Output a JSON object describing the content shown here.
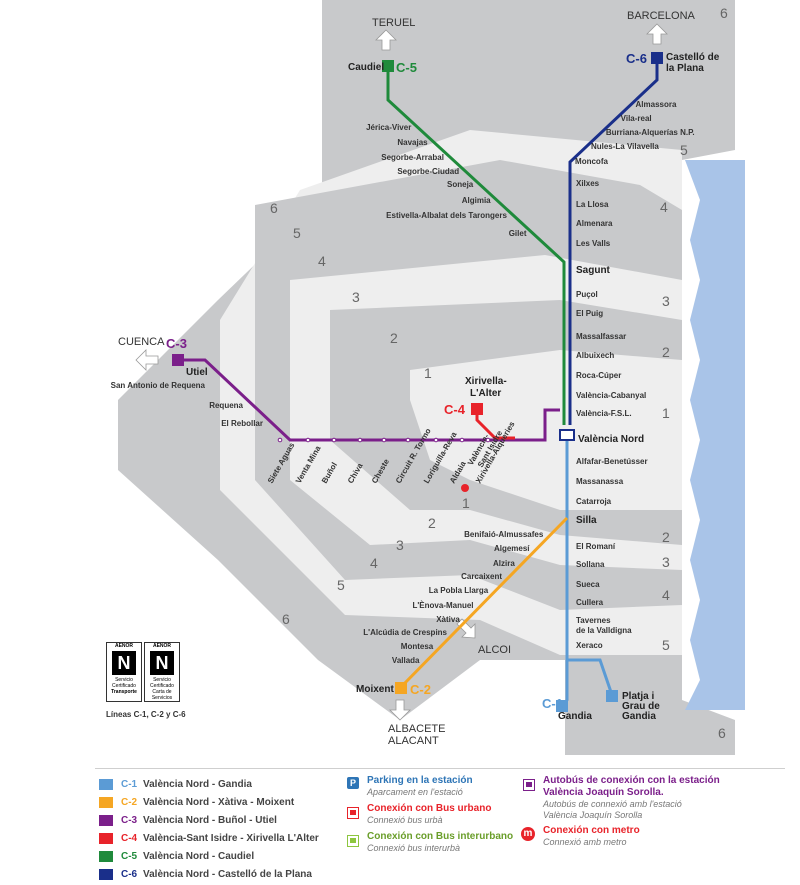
{
  "lines": [
    {
      "code": "C-1",
      "name": "València Nord - Gandia",
      "color": "#5b9bd5"
    },
    {
      "code": "C-2",
      "name": "València Nord - Xàtiva - Moixent",
      "color": "#f5a623"
    },
    {
      "code": "C-3",
      "name": "València Nord - Buñol - Utiel",
      "color": "#7b1f8a"
    },
    {
      "code": "C-4",
      "name": "València-Sant Isidre - Xirivella L'Alter",
      "color": "#e8232a"
    },
    {
      "code": "C-5",
      "name": "València Nord - Caudiel",
      "color": "#1f8a3b"
    },
    {
      "code": "C-6",
      "name": "València Nord - Castelló de la Plana",
      "color": "#1a2f8a"
    }
  ],
  "destinations": {
    "teruel": "TERUEL",
    "barcelona": "BARCELONA",
    "cuenca": "CUENCA",
    "alcoi": "ALCOI",
    "albacete": "ALBACETE",
    "alacant": "ALACANT"
  },
  "terminals": {
    "caudiel": "Caudiel",
    "castello1": "Castelló de",
    "castello2": "la Plana",
    "utiel": "Utiel",
    "xirivella1": "Xirivella-",
    "xirivella2": "L'Alter",
    "moixent": "Moixent",
    "gandia": "Gandia",
    "platja1": "Platja i",
    "platja2": "Grau de",
    "platja3": "Gandia",
    "valencia_nord": "València Nord",
    "sant_isidre1": "València-",
    "sant_isidre2": "Sant Isidre"
  },
  "stations_c5": [
    "Jérica-Viver",
    "Navajas",
    "Segorbe-Arrabal",
    "Segorbe-Ciudad",
    "Soneja",
    "Algimia",
    "Estivella-Albalat dels Tarongers",
    "Gilet"
  ],
  "stations_c6": [
    "Almassora",
    "Vila-real",
    "Burriana-Alquerías N.P.",
    "Nules-La Vilavella",
    "Moncofa"
  ],
  "stations_main": [
    "Xilxes",
    "La Llosa",
    "Almenara",
    "Les Valls",
    "Sagunt",
    "Puçol",
    "El Puig",
    "Massalfassar",
    "Albuixech",
    "Roca-Cúper",
    "València-Cabanyal",
    "València-F.S.L."
  ],
  "stations_south": [
    "Alfafar-Benetússer",
    "Massanassa",
    "Catarroja",
    "Silla",
    "El Romaní",
    "Sollana",
    "Sueca",
    "Cullera",
    "Tavernes",
    "de la Valldigna",
    "Xeraco"
  ],
  "stations_c2": [
    "Benifaió-Almussafes",
    "Algemesí",
    "Alzira",
    "Carcaixent",
    "La Pobla Llarga",
    "L'Ènova-Manuel",
    "Xàtiva",
    "L'Alcúdia de Crespins",
    "Montesa",
    "Vallada"
  ],
  "stations_c3_w": [
    "San Antonio de Requena",
    "Requena",
    "El Rebollar"
  ],
  "stations_c3_r": [
    "Siete Aguas",
    "Venta Mina",
    "Buñol",
    "Chiva",
    "Cheste",
    "Circuit R. Tormo",
    "Loriguilla-Reva",
    "Aldaia",
    "Xirivella-Alqueries"
  ],
  "zones": {
    "z1": "1",
    "z2": "2",
    "z3": "3",
    "z4": "4",
    "z5": "5",
    "z6": "6"
  },
  "aenor": {
    "brand": "AENOR",
    "cert": "Servicio Certificado",
    "t1": "Transporte",
    "t2": "Carta de Servicios",
    "caption": "Líneas C-1, C-2 y C-6"
  },
  "legend": {
    "parking": "Parking en la estación",
    "parking_sub": "Aparcament en l'estació",
    "bus_urb": "Conexión con Bus urbano",
    "bus_urb_sub": "Connexió bus urbà",
    "bus_int": "Conexión con Bus interurbano",
    "bus_int_sub": "Connexió bus interurbà",
    "sorolla1": "Autobús de conexión con la estación",
    "sorolla2": "València Joaquín Sorolla.",
    "sorolla_sub1": "Autobús de connexió amb l'estació",
    "sorolla_sub2": "València Joaquín Sorolla",
    "metro": "Conexión con metro",
    "metro_sub": "Connexió amb metro",
    "p_icon": "P",
    "m_icon": "m"
  },
  "colors": {
    "zone_dark": "#c8c9cb",
    "zone_light": "#eeeeee",
    "sea": "#a9c4e8"
  }
}
